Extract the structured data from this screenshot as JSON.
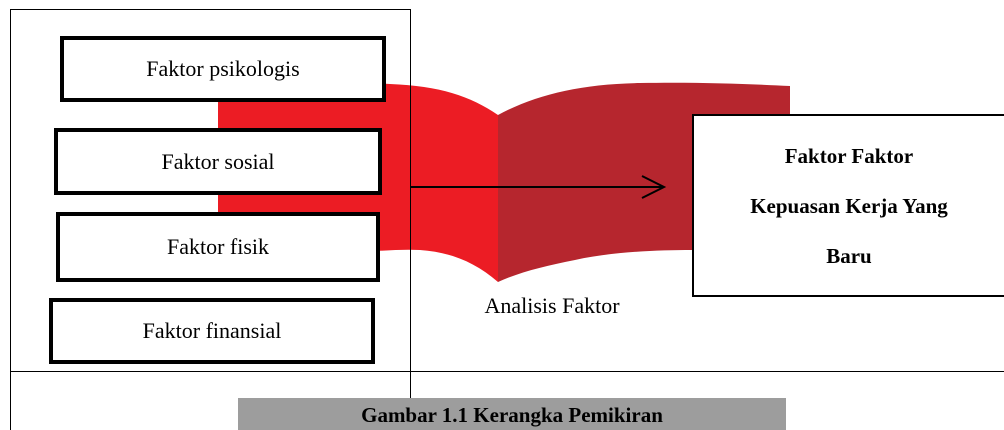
{
  "factors": [
    "Faktor psikologis",
    "Faktor sosial",
    "Faktor fisik",
    "Faktor finansial"
  ],
  "result": {
    "line1": "Faktor Faktor",
    "line2": "Kepuasan  Kerja Yang",
    "line3": "Baru"
  },
  "process_label": "Analisis Faktor",
  "caption": "Gambar 1.1 Kerangka Pemikiran",
  "colors": {
    "book_left": "#ec1c24",
    "book_right": "#b6262e",
    "caption_bar": "#9d9d9d"
  }
}
